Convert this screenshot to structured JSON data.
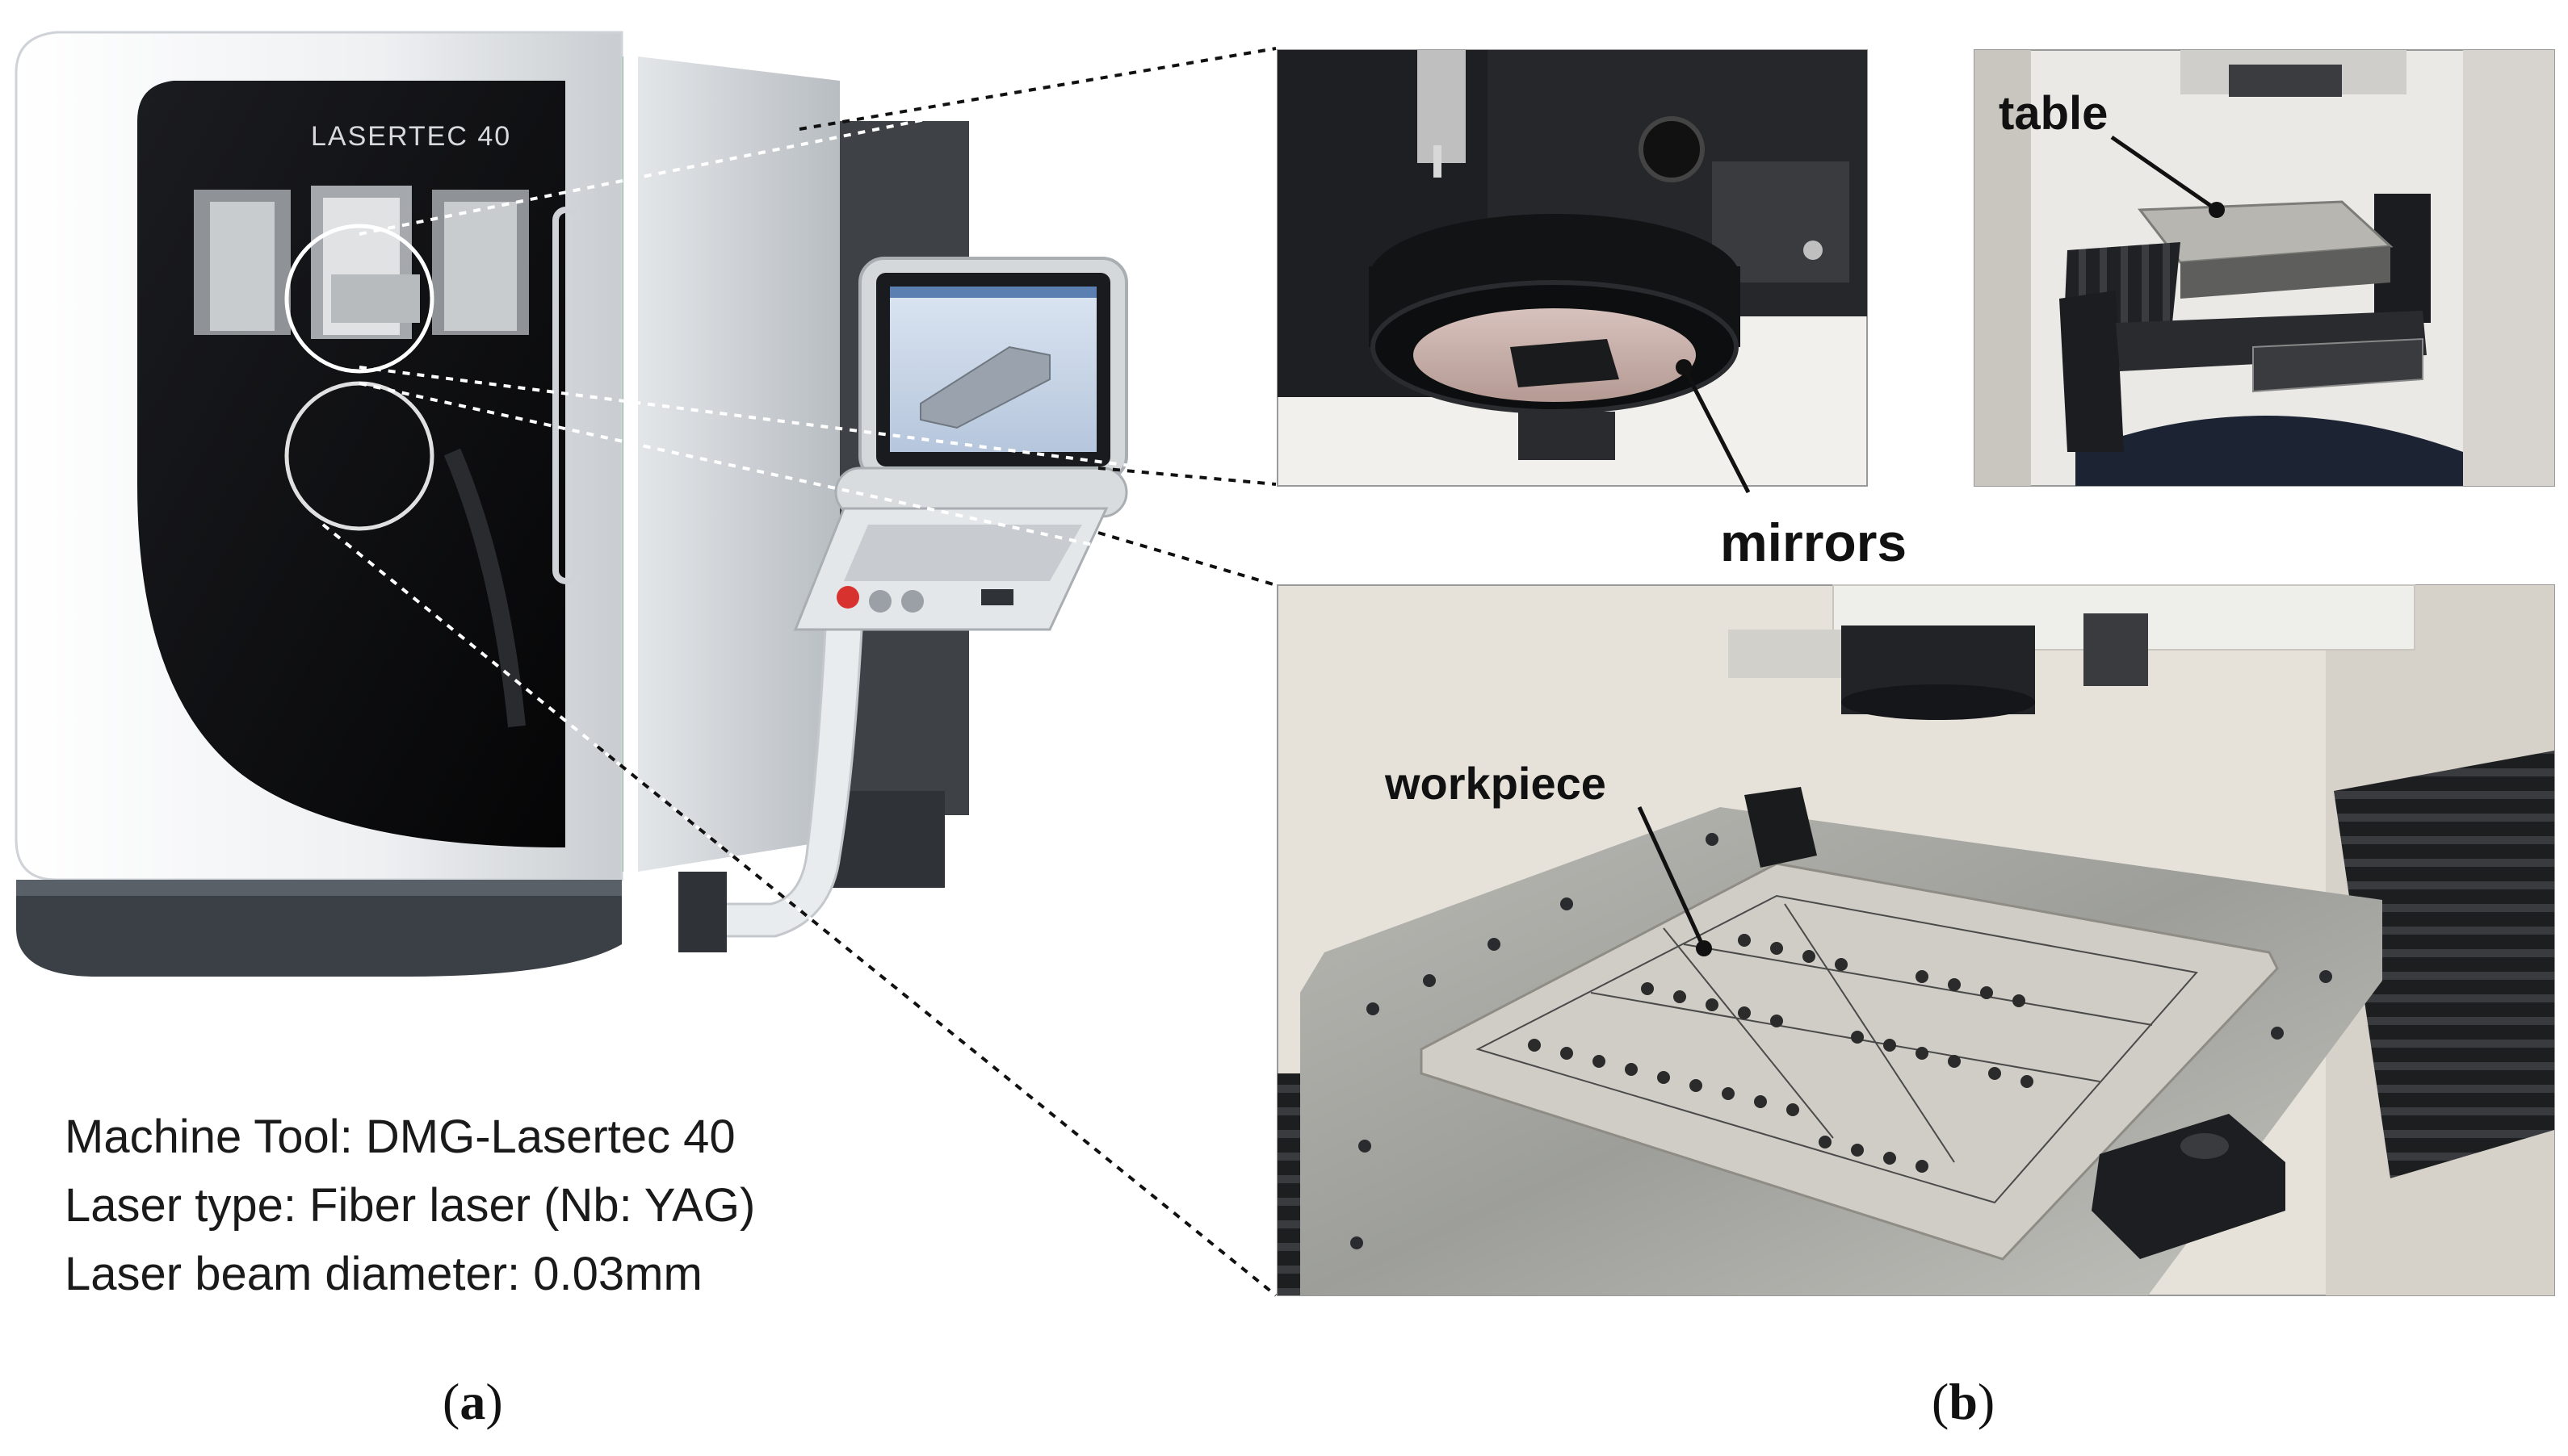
{
  "panel_a": {
    "brand_text": "LASERTEC 40",
    "specs": [
      "Machine Tool: DMG-Lasertec 40",
      "Laser type: Fiber laser (Nb: YAG)",
      "Laser beam diameter: 0.03mm"
    ],
    "caption_letter": "a"
  },
  "panel_b": {
    "labels": {
      "table": "table",
      "mirrors": "mirrors",
      "workpiece": "workpiece"
    },
    "caption_letter": "b"
  },
  "colors": {
    "machine_body": "#e9ecef",
    "window_dark": "#0b0b0d",
    "base_dark": "#3b4046",
    "accent_green": "#3a9a5a",
    "steel": "#a9aaa6",
    "photo_wall": "#e6e2da"
  }
}
